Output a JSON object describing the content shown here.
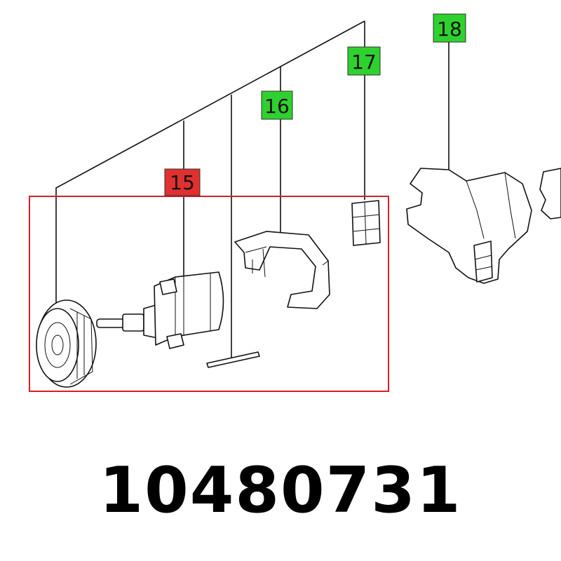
{
  "callouts": [
    {
      "label": "15",
      "color": "#e03030"
    },
    {
      "label": "16",
      "color": "#2fd12f"
    },
    {
      "label": "17",
      "color": "#2fd12f"
    },
    {
      "label": "18",
      "color": "#2fd12f"
    }
  ],
  "selection_color": "#d81f26",
  "part_number": "10480731"
}
